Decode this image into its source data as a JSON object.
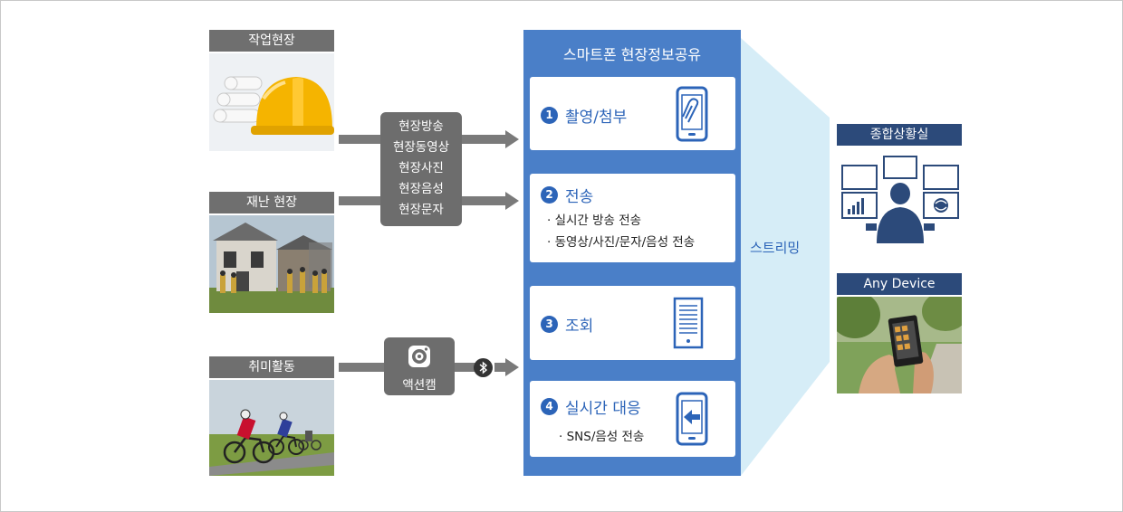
{
  "sources": [
    {
      "label": "작업현장",
      "scene": "hardhat-photo"
    },
    {
      "label": "재난 현장",
      "scene": "disaster-photo"
    },
    {
      "label": "취미활동",
      "scene": "cycling-photo"
    }
  ],
  "media_box": {
    "items": [
      "현장방송",
      "현장동영상",
      "현장사진",
      "현장음성",
      "현장문자"
    ]
  },
  "camera_box": {
    "label": "액션캠"
  },
  "panel": {
    "title": "스마트폰 현장정보공유",
    "steps": [
      {
        "num": "1",
        "title": "촬영/첨부",
        "bullets": [],
        "icon": "phone-paperclip-icon"
      },
      {
        "num": "2",
        "title": "전송",
        "bullets": [
          "· 실시간 방송 전송",
          "· 동영상/사진/문자/음성 전송"
        ],
        "icon": ""
      },
      {
        "num": "3",
        "title": "조회",
        "bullets": [],
        "icon": "server-tower-icon"
      },
      {
        "num": "4",
        "title": "실시간 대응",
        "bullets": [
          "· SNS/음성 전송"
        ],
        "icon": "phone-arrow-icon"
      }
    ]
  },
  "stream_label": "스트리밍",
  "destinations": [
    {
      "label": "종합상황실",
      "icon": "control-room-icon"
    },
    {
      "label": "Any Device",
      "scene": "hand-phone-photo"
    }
  ],
  "colors": {
    "panel_blue": "#4a7fc8",
    "accent_blue": "#2c64b8",
    "navy_label": "#2c4a7a",
    "gray_label": "#6f6f6f",
    "stream_fill": "#d6edf7"
  }
}
